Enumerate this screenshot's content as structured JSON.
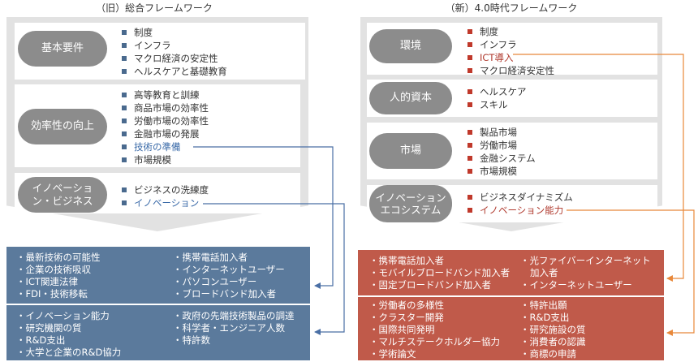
{
  "colors": {
    "old_accent": "#4a6a8e",
    "new_accent": "#c0392b",
    "old_panel": "#5b7a9c",
    "new_panel": "#c05a4a",
    "pill": "#8c8c8c",
    "chevron": "#e2e2e2"
  },
  "old": {
    "title": "（旧）総合フレームワーク",
    "groups": [
      {
        "label": "基本要件",
        "items": [
          "制度",
          "インフラ",
          "マクロ経済の安定性",
          "ヘルスケアと基礎教育"
        ]
      },
      {
        "label": "効率性の向上",
        "items": [
          "高等教育と訓練",
          "商品市場の効率性",
          "労働市場の効率性",
          "金融市場の発展",
          "技術の準備",
          "市場規模"
        ]
      },
      {
        "label": "イノベーション・ビジネス",
        "items": [
          "ビジネスの洗練度",
          "イノベーション"
        ]
      }
    ],
    "panels": [
      {
        "col1": [
          "・最新技術の可能性",
          "・企業の技術吸収",
          "・ICT関連法律",
          "・FDI・技術移転"
        ],
        "col2": [
          "・携帯電話加入者",
          "・インターネットユーザー",
          "・パソコンユーザー",
          "・ブロードバンド加入者"
        ]
      },
      {
        "col1": [
          "・イノベーション能力",
          "・研究機関の質",
          "・R&D支出",
          "・大学と企業のR&D協力"
        ],
        "col2": [
          "・政府の先端技術製品の調達",
          "・科学者・エンジニア人数",
          "・特許数"
        ]
      }
    ]
  },
  "new": {
    "title": "（新）4.0時代フレームワーク",
    "groups": [
      {
        "label": "環境",
        "items": [
          "制度",
          "インフラ",
          "ICT導入",
          "マクロ経済安定性"
        ]
      },
      {
        "label": "人的資本",
        "items": [
          "ヘルスケア",
          "スキル"
        ]
      },
      {
        "label": "市場",
        "items": [
          "製品市場",
          "労働市場",
          "金融システム",
          "市場規模"
        ]
      },
      {
        "label": "イノベーション エコシステム",
        "items": [
          "ビジネスダイナミズム",
          "イノベーション能力"
        ]
      }
    ],
    "panels": [
      {
        "col1": [
          "・携帯電話加入者",
          "・モバイルブロードバンド加入者",
          "・固定ブロードバンド加入者"
        ],
        "col2": [
          "・光ファイバーインターネット",
          "加入者",
          "・インターネットユーザー"
        ]
      },
      {
        "col1": [
          "・労働者の多様性",
          "・クラスター開発",
          "・国際共同発明",
          "・マルチステークホルダー協力",
          "・学術論文"
        ],
        "col2": [
          "・特許出願",
          "・R&D支出",
          "・研究施設の質",
          "・消費者の認識",
          "・商標の申請"
        ]
      }
    ]
  }
}
